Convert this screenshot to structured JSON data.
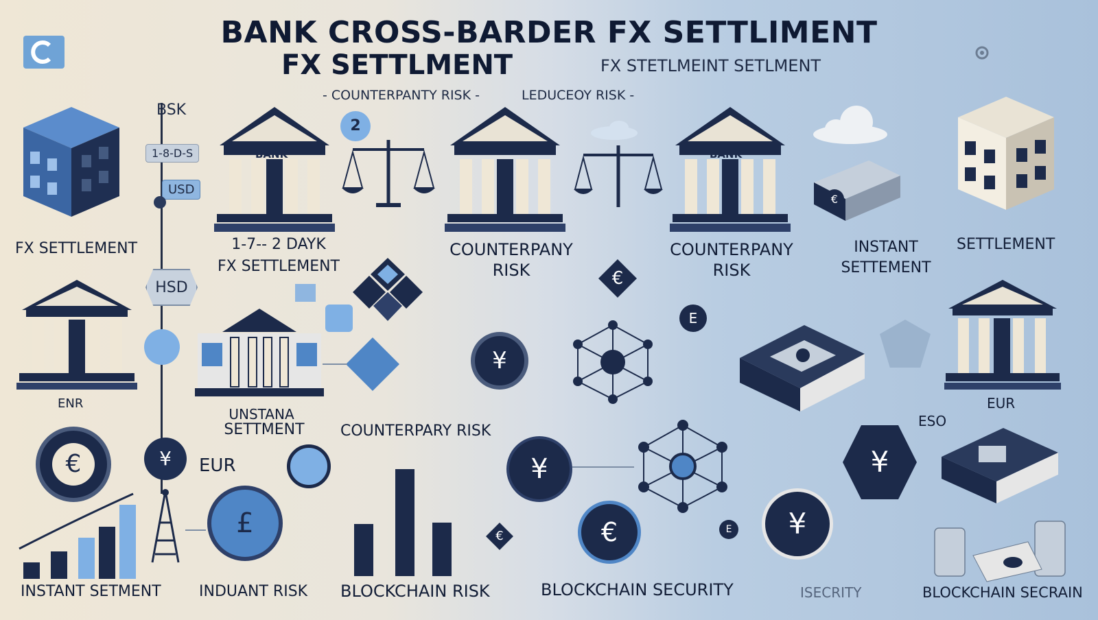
{
  "header": {
    "title_line1": "BANK CROSS-BARDER FX SETTLIMENT",
    "title_line2": "FX SETTLMENT",
    "title_right": "FX STETLMEINT SETLMENT",
    "sub_left": "- COUNTERPANTY RISK -",
    "sub_right": "LEDUCEOY RISK -"
  },
  "tags": {
    "bsk": "BSK",
    "days_small": "1-8-D-S",
    "usd": "USD",
    "hsd": "HSD",
    "number_badge": "2"
  },
  "labels": {
    "fx_settlement_left": "FX SETTLEMENT",
    "days_line1": "1-7-- 2 DAYK",
    "days_line2": "FX SETTLEMENT",
    "counterparty_1a": "COUNTERPANY",
    "counterparty_1b": "RISK",
    "counterparty_2a": "COUNTERPANY",
    "counterparty_2b": "RISK",
    "instant_a": "INSTANT",
    "instant_b": "SETTEMENT",
    "settlement_right": "SETTLEMENT",
    "enr": "ENR",
    "unstana": "UNSTANA",
    "settment": "SETTMENT",
    "counterpary_risk": "COUNTERPARY RISK",
    "eur_mid": "EUR",
    "eur_right": "EUR",
    "eso": "ESO",
    "instant_setment": "INSTANT SETMENT",
    "induant_risk": "INDUANT RISK",
    "blockchain_risk": "BLOCKCHAIN RISK",
    "blockchain_security": "BLOCKCHAIN SECURITY",
    "isecrity": "ISECRITY",
    "blockchain_secrain": "BLOCKCHAIN SECRAIN"
  },
  "buildings": {
    "bank_1": "BANK",
    "bank_2": "BANK"
  },
  "icons": {
    "euro": "€",
    "yen": "¥",
    "pound": "£"
  },
  "colors": {
    "navy": "#1c2a4a",
    "blue": "#4f86c6",
    "light_blue": "#8fb6e0",
    "cream": "#efe7d6"
  }
}
